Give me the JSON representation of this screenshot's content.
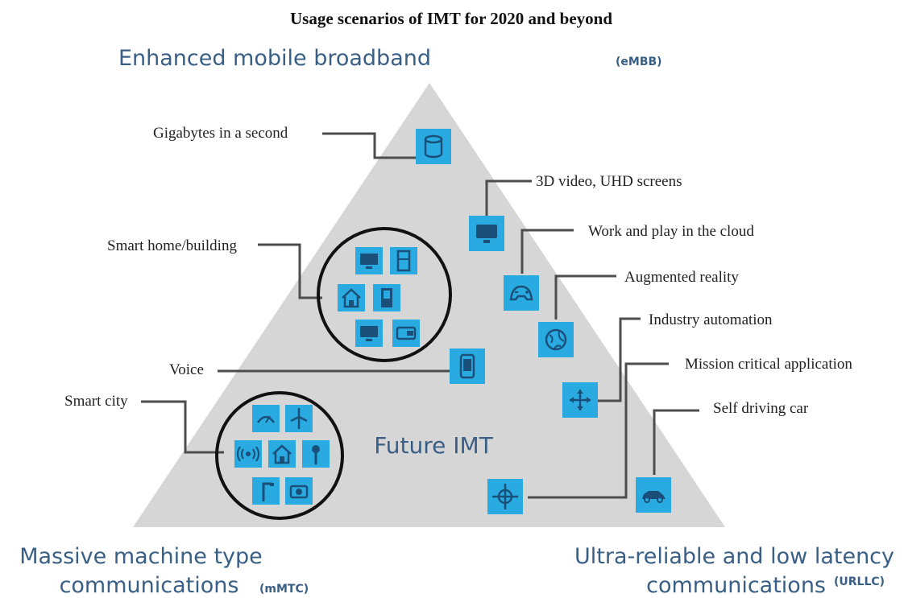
{
  "title": "Usage scenarios of IMT for 2020 and beyond",
  "corners": {
    "top": {
      "label": "Enhanced mobile broadband",
      "abbr": "(eMBB)"
    },
    "left": {
      "line1": "Massive machine type",
      "line2": "communications",
      "abbr": "(mMTC)"
    },
    "right": {
      "line1": "Ultra-reliable and low latency",
      "line2": "communications",
      "abbr": "(URLLC)"
    }
  },
  "center_label": "Future IMT",
  "callouts": {
    "gigabytes": "Gigabytes in a second",
    "video": "3D video, UHD screens",
    "cloud": "Work and play in the cloud",
    "ar": "Augmented reality",
    "industry": "Industry automation",
    "mission": "Mission critical application",
    "car": "Self driving car",
    "smart_home": "Smart home/building",
    "voice": "Voice",
    "smart_city": "Smart city"
  },
  "colors": {
    "triangle": "#d6d6d6",
    "icon_fill": "#29abe2",
    "icon_dark": "#1a4f7a",
    "corner_text": "#3a5f86",
    "leader": "#4d4d4d"
  },
  "icons": {
    "gigabytes": "database-icon",
    "video": "monitor-icon",
    "cloud": "game-controller-icon",
    "ar": "globe-icon",
    "industry": "arrows-icon",
    "mission": "crosshair-icon",
    "car": "car-icon",
    "voice": "phone-icon",
    "home_tv": "tv-icon",
    "home_fridge": "fridge-icon",
    "home_house": "house-icon",
    "home_door": "door-icon",
    "home_monitor": "monitor-icon",
    "home_wallet": "wallet-icon",
    "city_meter": "meter-icon",
    "city_turbine": "turbine-icon",
    "city_signal": "signal-icon",
    "city_house": "house-icon",
    "city_tower": "tower-icon",
    "city_light": "streetlight-icon",
    "city_camera": "camera-icon"
  }
}
